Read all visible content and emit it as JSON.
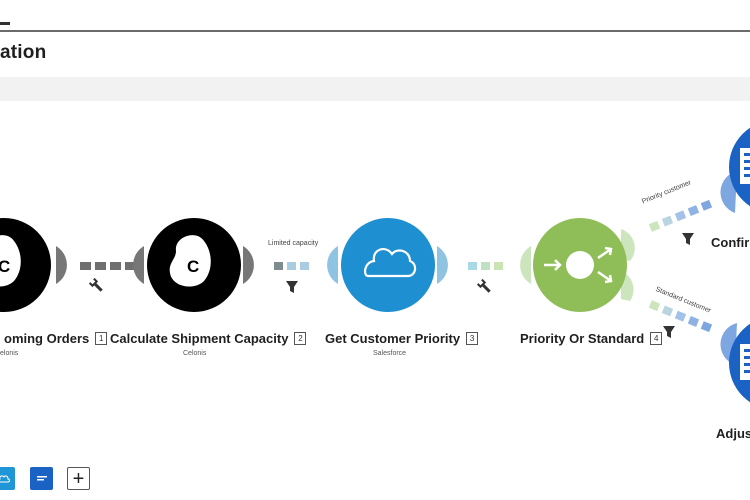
{
  "page": {
    "title": "ation"
  },
  "modules": [
    {
      "label": "oming Orders",
      "number": "1",
      "app": "elonis"
    },
    {
      "label": "Calculate Shipment Capacity",
      "number": "2",
      "app": "Celonis"
    },
    {
      "label": "Get Customer Priority",
      "number": "3",
      "app": "Salesforce"
    },
    {
      "label": "Priority Or Standard",
      "number": "4",
      "app": ""
    },
    {
      "label": "Confir",
      "number": "",
      "app": ""
    },
    {
      "label": "Adjus",
      "number": "",
      "app": ""
    }
  ],
  "routes": {
    "limited": "Limited capacity",
    "priority": "Priority customer",
    "standard": "Standard customer"
  },
  "toolbar": {
    "add_label": "+"
  },
  "colors": {
    "celonis": "#000000",
    "salesforce": "#1e8fd0",
    "router": "#8fbe58",
    "office": "#1a62c4"
  },
  "icons": [
    "celonis-logo-icon",
    "cloud-icon",
    "router-arrows-icon",
    "wrench-icon",
    "filter-icon",
    "plus-icon",
    "office-app-icon"
  ]
}
